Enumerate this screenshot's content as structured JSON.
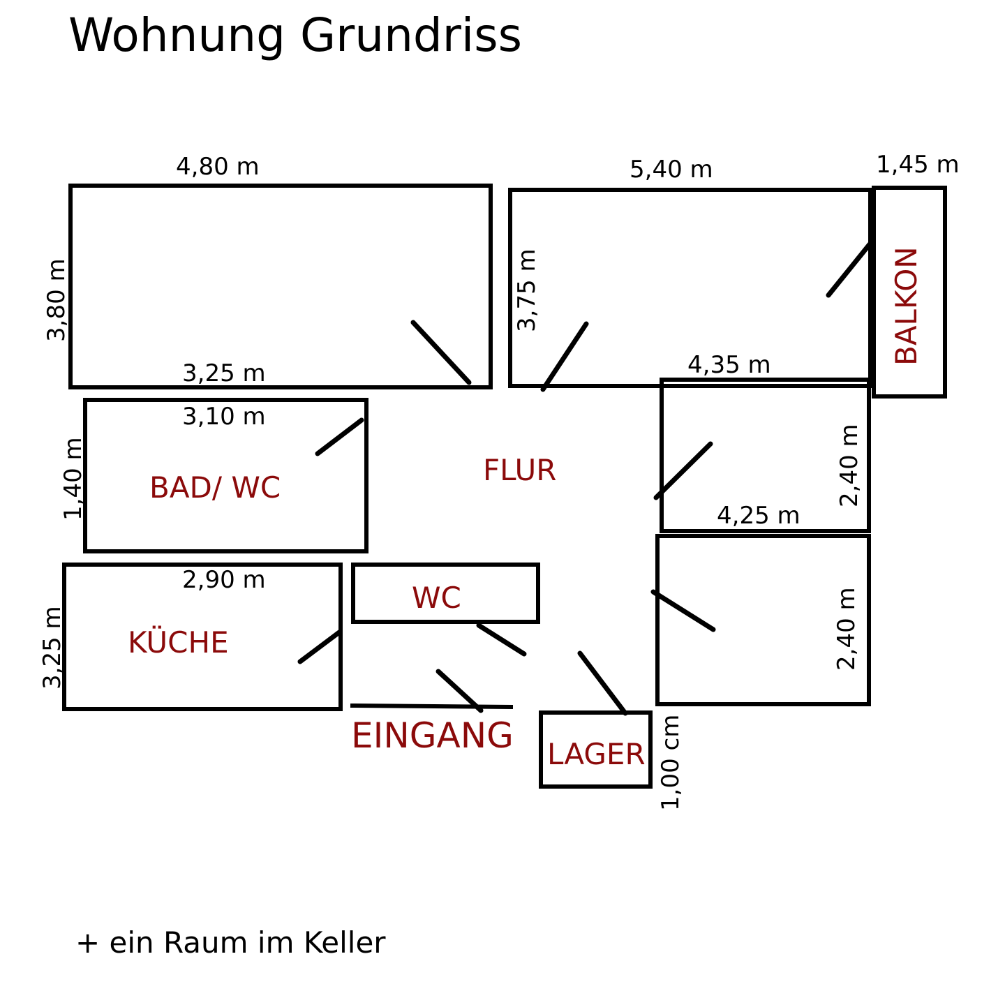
{
  "title": "Wohnung Grundriss",
  "footer": "+ ein Raum im Keller",
  "colors": {
    "room_label": "#8b0a0a",
    "line": "#000000"
  },
  "dimensions": {
    "room1_width": "4,80 m",
    "room1_height": "3,80 m",
    "room2_width": "5,40 m",
    "room2_height": "3,75 m",
    "balkon_width": "1,45 m",
    "bad_top_a": "3,25 m",
    "bad_top_b": "3,10 m",
    "bad_height": "1,40 m",
    "room3_width": "4,35 m",
    "room3_height": "2,40 m",
    "room4_width": "4,25 m",
    "room4_height": "2,40 m",
    "kueche_width": "2,90 m",
    "kueche_height": "3,25 m",
    "lager_height": "1,00 cm"
  },
  "rooms": {
    "balkon": "BALKON",
    "bad": "BAD/ WC",
    "flur": "FLUR",
    "wc": "WC",
    "kueche": "KÜCHE",
    "eingang": "EINGANG",
    "lager": "LAGER"
  }
}
